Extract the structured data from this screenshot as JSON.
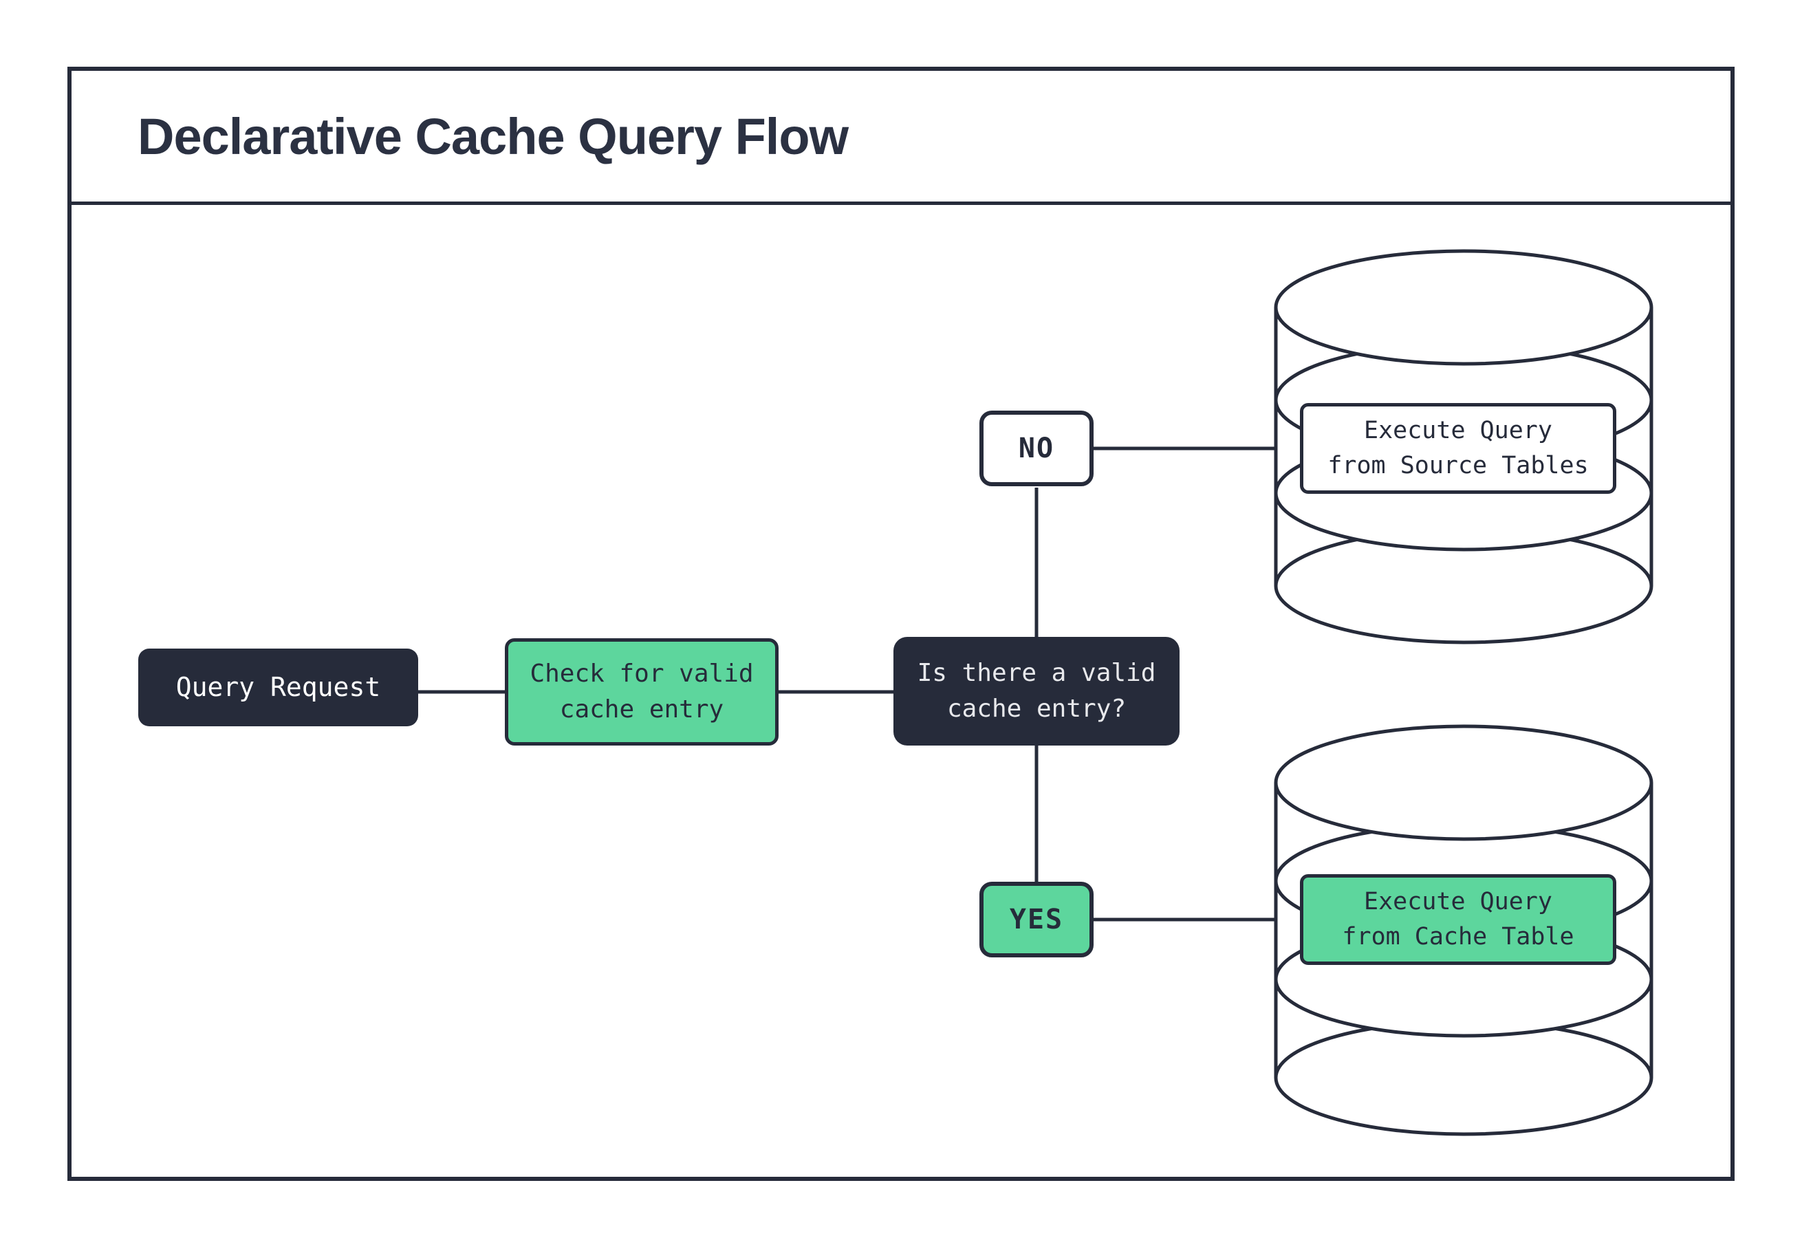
{
  "title": "Declarative Cache Query Flow",
  "colors": {
    "navy": "#262b3a",
    "green": "#5dd69d",
    "light_text": "#e8e9ec",
    "background": "#ffffff"
  },
  "nodes": {
    "query_request": {
      "label": "Query Request"
    },
    "check_cache": {
      "label": "Check for valid\ncache entry"
    },
    "decision": {
      "label": "Is there a valid\ncache entry?"
    },
    "no_branch": {
      "label": "NO"
    },
    "yes_branch": {
      "label": "YES"
    },
    "source_db": {
      "label": "Execute Query\nfrom Source Tables"
    },
    "cache_db": {
      "label": "Execute Query\nfrom Cache Table"
    }
  }
}
